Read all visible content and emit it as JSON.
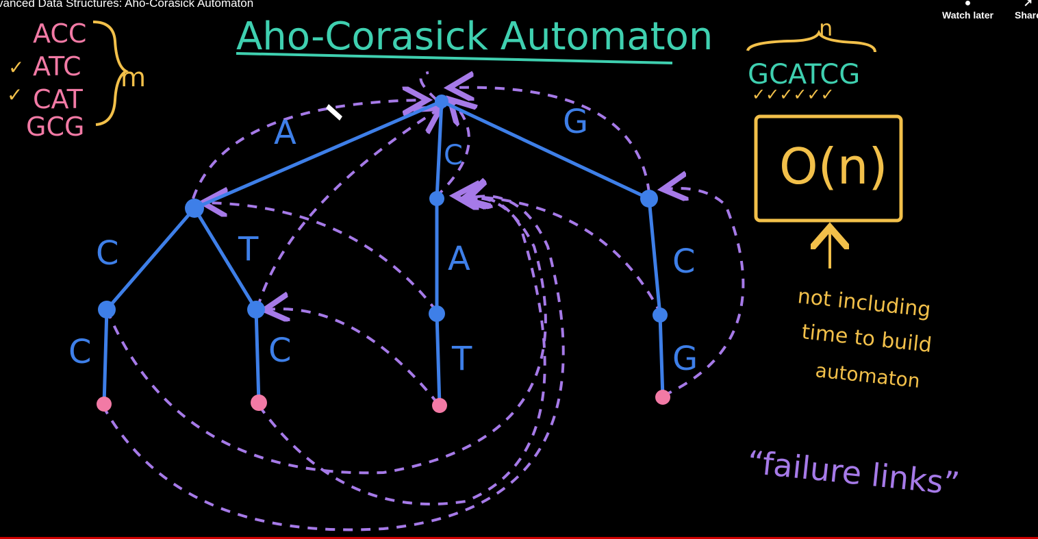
{
  "player": {
    "video_title": "vanced Data Structures: Aho-Corasick Automaton",
    "watch_later_label": "Watch later",
    "share_label": "Share"
  },
  "colors": {
    "background": "#000000",
    "trie": "#3e7fe8",
    "title": "#3fd0b0",
    "patterns": "#f27aa5",
    "annotation": "#f2c04a",
    "failure_links": "#a67ae8",
    "checkmarks": "#f2c04a",
    "progress": "#cc0000"
  },
  "board": {
    "title": "Aho-Corasick Automaton",
    "patterns": [
      "ACC",
      "ATC",
      "CAT",
      "GCG"
    ],
    "checkmarks": [
      "✓",
      "✓"
    ],
    "pattern_count_label": "m",
    "text_length_label": "n",
    "text_string": "GCATCG",
    "text_checks": "✓✓✓✓✓✓",
    "complexity": "O(n)",
    "note_lines": [
      "not including",
      "time to build",
      "automaton"
    ],
    "failure_caption": "“failure links”",
    "edge_labels": {
      "root_A": "A",
      "root_C": "C",
      "root_G": "G",
      "A_C": "C",
      "A_T": "T",
      "C_A": "A",
      "G_C": "C",
      "AC_C": "C",
      "AT_C": "C",
      "CA_T": "T",
      "GC_G": "G"
    }
  }
}
